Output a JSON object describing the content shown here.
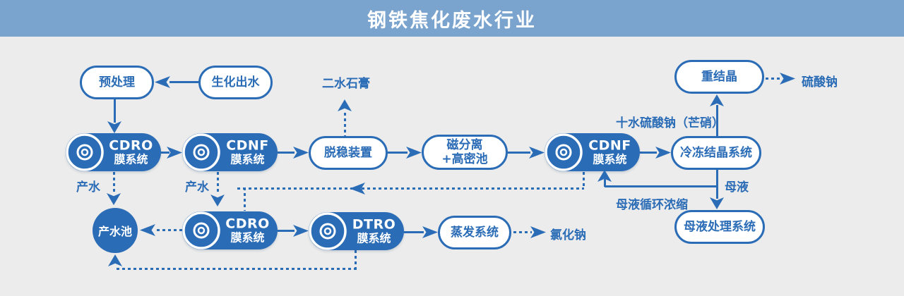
{
  "banner": {
    "title": "钢铁焦化废水行业"
  },
  "colors": {
    "primary": "#2b6cb6",
    "banner_bg": "#7aa3ce",
    "canvas_bg": "#ececec",
    "node_fill": "#ffffff"
  },
  "nodes": {
    "pretreatment": {
      "label": "预处理"
    },
    "biochemical_effluent": {
      "label": "生化出水"
    },
    "cdro_membrane_1": {
      "line1": "CDRO",
      "line2": "膜系统"
    },
    "cdnf_membrane_1": {
      "line1": "CDNF",
      "line2": "膜系统"
    },
    "destabilization_unit": {
      "label": "脱稳装置"
    },
    "magnetic_separation": {
      "line1": "磁分离",
      "line2": "+高密池"
    },
    "cdnf_membrane_2": {
      "line1": "CDNF",
      "line2": "膜系统"
    },
    "freeze_crystallization": {
      "label": "冷冻结晶系统"
    },
    "recrystallization": {
      "label": "重结晶"
    },
    "mother_liquor_treatment": {
      "label": "母液处理系统"
    },
    "product_water_pool": {
      "label": "产水池"
    },
    "cdro_membrane_2": {
      "line1": "CDRO",
      "line2": "膜系统"
    },
    "dtro_membrane": {
      "line1": "DTRO",
      "line2": "膜系统"
    },
    "evaporation": {
      "label": "蒸发系统"
    }
  },
  "outputs": {
    "gypsum": "二水石膏",
    "sodium_sulfate": "硫酸钠",
    "sodium_chloride": "氯化钠"
  },
  "stream_labels": {
    "product_water_1": "产水",
    "product_water_2": "产水",
    "glauber_salt": "十水硫酸钠（芒硝）",
    "mother_liquor": "母液",
    "mother_liquor_recycle": "母液循环浓缩"
  }
}
